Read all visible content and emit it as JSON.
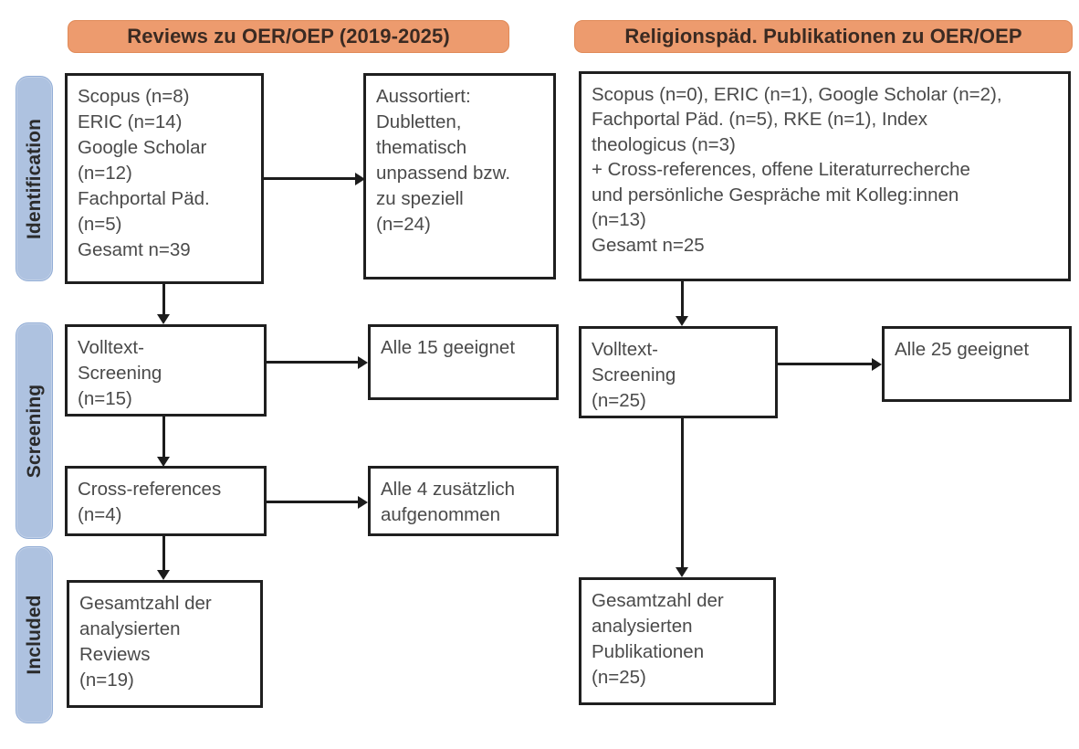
{
  "diagram": {
    "type": "prisma-flow-diagram",
    "phases": [
      {
        "id": "identification",
        "label": "Identification"
      },
      {
        "id": "screening",
        "label": "Screening"
      },
      {
        "id": "included",
        "label": "Included"
      }
    ],
    "columns": [
      {
        "id": "left",
        "header": "Reviews zu OER/OEP (2019-2025)"
      },
      {
        "id": "right",
        "header": "Religionspäd. Publikationen zu OER/OEP"
      }
    ],
    "boxes": {
      "left_sources": "Scopus (n=8)\nERIC (n=14)\nGoogle Scholar\n(n=12)\nFachportal Päd.\n(n=5)\nGesamt n=39",
      "left_excluded": "Aussortiert:\nDubletten,\nthematisch\nunpassend bzw.\nzu speziell\n(n=24)",
      "left_fulltext": "Volltext-\nScreening\n(n=15)",
      "left_fulltext_result": "Alle 15 geeignet",
      "left_crossrefs": "Cross-references\n(n=4)",
      "left_crossrefs_result": "Alle 4 zusätzlich\naufgenommen",
      "left_included": "Gesamtzahl der\nanalysierten\nReviews\n(n=19)",
      "right_sources": "Scopus (n=0), ERIC (n=1), Google Scholar (n=2),\nFachportal Päd. (n=5), RKE (n=1), Index\ntheologicus (n=3)\n+ Cross-references, offene Literaturrecherche\nund persönliche Gespräche mit Kolleg:innen\n(n=13)\nGesamt n=25",
      "right_fulltext": "Volltext-\nScreening\n(n=25)",
      "right_fulltext_result": "Alle 25 geeignet",
      "right_included": "Gesamtzahl der\nanalysierten\nPublikationen\n(n=25)"
    },
    "colors": {
      "header_bar": "#ED9B6E",
      "phase_bar": "#AEC2E0",
      "box_border": "#1F1F1F",
      "box_text": "#4A4A4A",
      "connector": "#1C1C1C",
      "background": "#FFFFFF"
    }
  }
}
